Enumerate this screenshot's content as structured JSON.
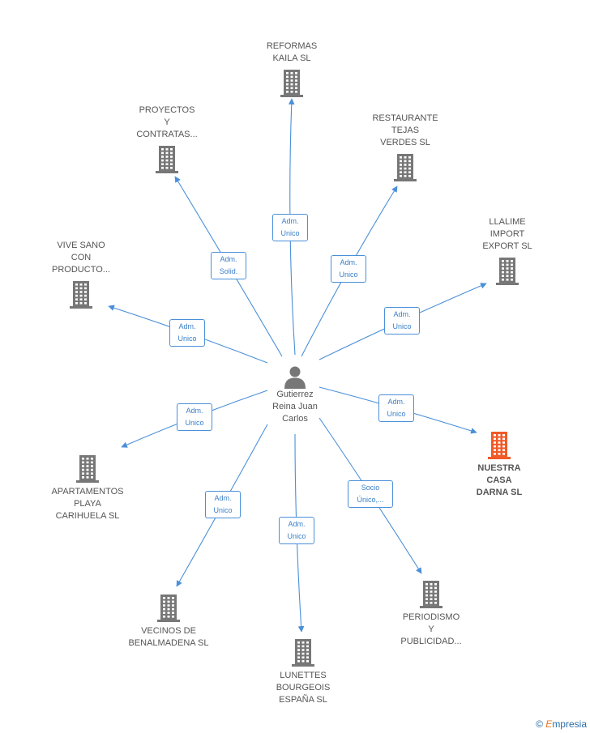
{
  "center": {
    "name_lines": [
      "Gutierrez",
      "Reina Juan",
      "Carlos"
    ]
  },
  "companies": [
    {
      "id": "reformas",
      "lines": [
        "REFORMAS",
        "KAILA SL"
      ],
      "highlight": false
    },
    {
      "id": "proyectos",
      "lines": [
        "PROYECTOS",
        "Y",
        "CONTRATAS..."
      ],
      "highlight": false
    },
    {
      "id": "restaurante",
      "lines": [
        "RESTAURANTE",
        "TEJAS",
        "VERDES SL"
      ],
      "highlight": false
    },
    {
      "id": "vive",
      "lines": [
        "VIVE SANO",
        "CON",
        "PRODUCTO..."
      ],
      "highlight": false
    },
    {
      "id": "llalime",
      "lines": [
        "LLALIME",
        "IMPORT",
        "EXPORT SL"
      ],
      "highlight": false
    },
    {
      "id": "nuestra",
      "lines": [
        "NUESTRA",
        "CASA",
        "DARNA SL"
      ],
      "highlight": true
    },
    {
      "id": "apartamentos",
      "lines": [
        "APARTAMENTOS",
        "PLAYA",
        "CARIHUELA SL"
      ],
      "highlight": false
    },
    {
      "id": "vecinos",
      "lines": [
        "VECINOS DE",
        "BENALMADENA SL"
      ],
      "highlight": false
    },
    {
      "id": "lunettes",
      "lines": [
        "LUNETTES",
        "BOURGEOIS",
        "ESPAÑA SL"
      ],
      "highlight": false
    },
    {
      "id": "periodismo",
      "lines": [
        "PERIODISMO",
        "Y",
        "PUBLICIDAD..."
      ],
      "highlight": false
    }
  ],
  "relations": [
    {
      "to": "reformas",
      "lines": [
        "Adm.",
        "Unico"
      ]
    },
    {
      "to": "proyectos",
      "lines": [
        "Adm.",
        "Solid."
      ]
    },
    {
      "to": "restaurante",
      "lines": [
        "Adm.",
        "Unico"
      ]
    },
    {
      "to": "vive",
      "lines": [
        "Adm.",
        "Unico"
      ]
    },
    {
      "to": "llalime",
      "lines": [
        "Adm.",
        "Unico"
      ]
    },
    {
      "to": "nuestra",
      "lines": [
        "Adm.",
        "Unico"
      ]
    },
    {
      "to": "apartamentos",
      "lines": [
        "Adm.",
        "Unico"
      ]
    },
    {
      "to": "vecinos",
      "lines": [
        "Adm.",
        "Unico"
      ]
    },
    {
      "to": "lunettes",
      "lines": [
        "Adm.",
        "Unico"
      ]
    },
    {
      "to": "periodismo",
      "lines": [
        "Socio",
        "Único,..."
      ]
    }
  ],
  "colors": {
    "edge": "#4a90d9",
    "building": "#777777",
    "building_highlight": "#f05a28",
    "text": "#555555"
  },
  "watermark": {
    "symbol": "©",
    "brand_initial": "E",
    "brand_rest": "mpresia"
  }
}
